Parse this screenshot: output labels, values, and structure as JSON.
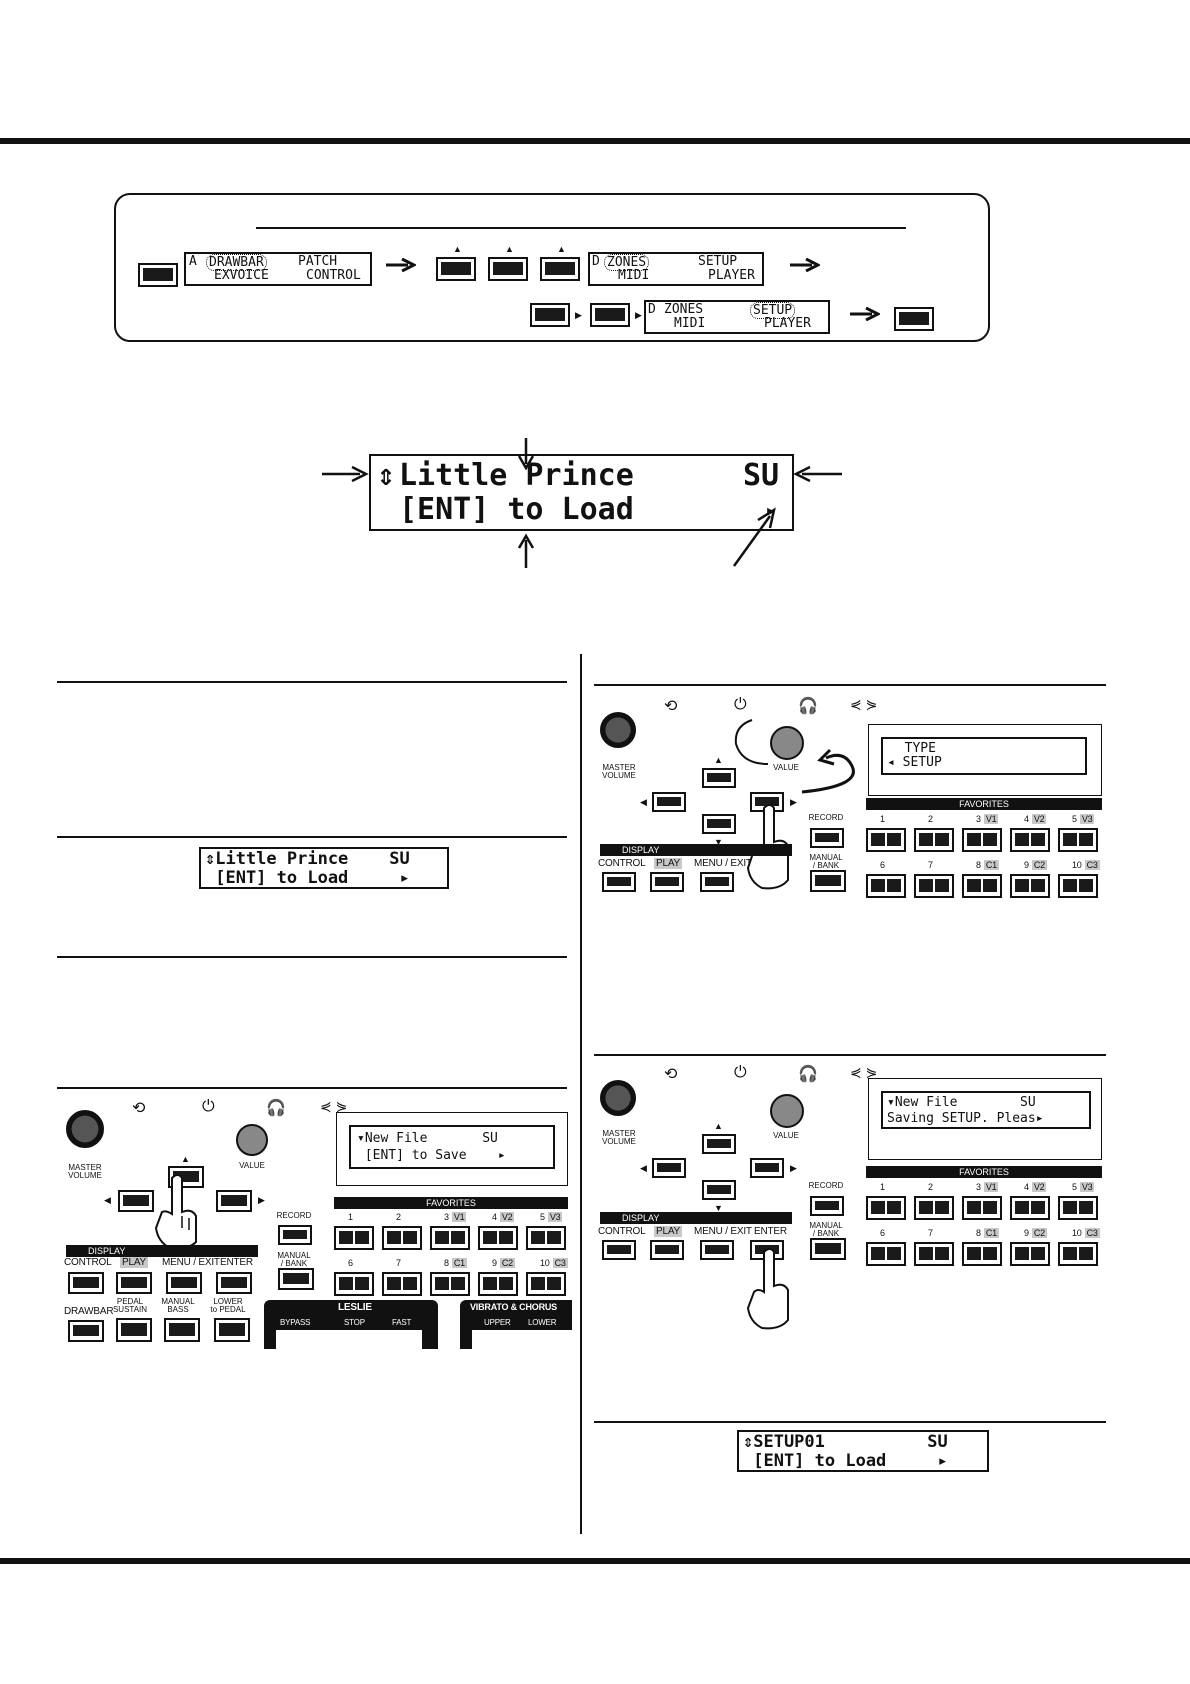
{
  "menu_path": {
    "display1": {
      "prefix": "A",
      "item1": "DRAWBAR",
      "item2": "PATCH",
      "item3": "EXVOICE",
      "item4": "CONTROL"
    },
    "display2": {
      "prefix": "D",
      "item1": "ZONES",
      "item2": "SETUP",
      "item3": "MIDI",
      "item4": "PLAYER"
    },
    "display3": {
      "prefix": "D",
      "item1": "ZONES",
      "item2": "SETUP",
      "item3": "MIDI",
      "item4": "PLAYER"
    }
  },
  "big_lcd": {
    "line1_icon": "⇕",
    "line1_name": "Little Prince",
    "line1_type": "SU",
    "line2": "[ENT] to Load",
    "line2_arrow": "▸"
  },
  "small_lcd_1": {
    "line1": "⇕Little Prince    SU",
    "line2": " [ENT] to Load     ▸"
  },
  "panel_save": {
    "lcd_line1": "▾New File       SU",
    "lcd_line2": " [ENT] to Save    ▸",
    "labels": {
      "master_volume": "MASTER\nVOLUME",
      "value": "VALUE",
      "record": "RECORD",
      "manual_bank": "MANUAL\n/ BANK",
      "display": "DISPLAY",
      "control": "CONTROL",
      "play": "PLAY",
      "menu_exit": "MENU / EXIT",
      "enter": "ENTER",
      "drawbar": "DRAWBAR",
      "pedal_sustain": "PEDAL\nSUSTAIN",
      "manual_bass": "MANUAL\nBASS",
      "lower_to_pedal": "LOWER\nto PEDAL",
      "favorites": "FAVORITES",
      "leslie": "LESLIE",
      "bypass": "BYPASS",
      "stop": "STOP",
      "fast": "FAST",
      "vibrato_chorus": "VIBRATO & CHORUS",
      "upper": "UPPER",
      "lower": "LOWER"
    },
    "fav_top": [
      "1",
      "2",
      "3",
      "4",
      "5"
    ],
    "fav_top_tags": [
      "",
      "",
      "V1",
      "V2",
      "V3"
    ],
    "fav_bottom": [
      "6",
      "7",
      "8",
      "9",
      "10"
    ],
    "fav_bottom_tags": [
      "",
      "",
      "C1",
      "C2",
      "C3"
    ]
  },
  "panel_type": {
    "lcd_line1": "  TYPE",
    "lcd_line2": "◂ SETUP"
  },
  "panel_saving": {
    "lcd_line1": "▾New File        SU",
    "lcd_line2": "Saving SETUP. Pleas▸"
  },
  "small_lcd_2": {
    "line1": "⇕SETUP01          SU",
    "line2": " [ENT] to Load     ▸"
  }
}
